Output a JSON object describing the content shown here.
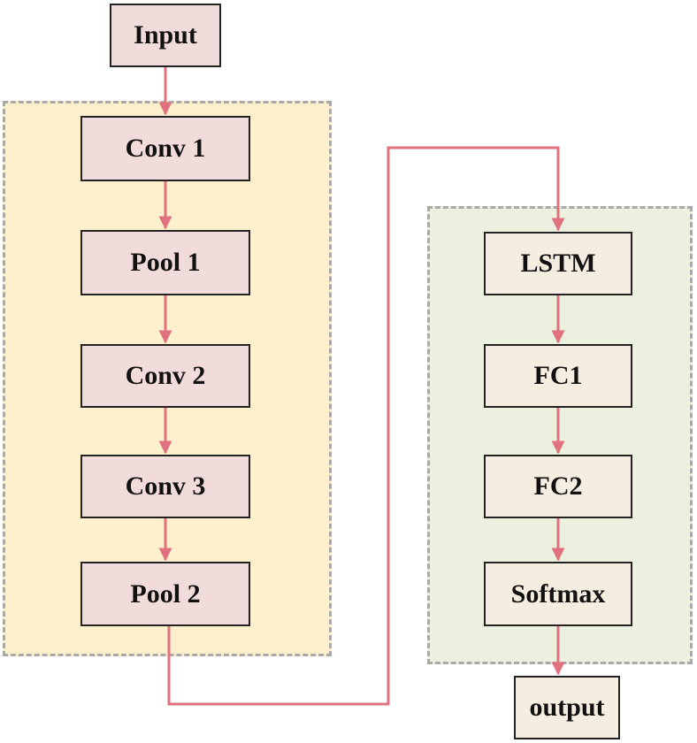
{
  "colors": {
    "cnn_group_fill": "#fff0cd",
    "rnn_group_fill": "#ebf0df",
    "group_border": "#a9a9a9",
    "node_pink": "#f2dcdb",
    "node_cream": "#f5ede0",
    "connector": "#e0717f"
  },
  "nodes": {
    "input": "Input",
    "conv1": "Conv 1",
    "pool1": "Pool 1",
    "conv2": "Conv 2",
    "conv3": "Conv 3",
    "pool2": "Pool 2",
    "lstm": "LSTM",
    "fc1": "FC1",
    "fc2": "FC2",
    "softmax": "Softmax",
    "output": "output"
  },
  "edges": [
    [
      "input",
      "conv1"
    ],
    [
      "conv1",
      "pool1"
    ],
    [
      "pool1",
      "conv2"
    ],
    [
      "conv2",
      "conv3"
    ],
    [
      "conv3",
      "pool2"
    ],
    [
      "pool2",
      "lstm"
    ],
    [
      "lstm",
      "fc1"
    ],
    [
      "fc1",
      "fc2"
    ],
    [
      "fc2",
      "softmax"
    ],
    [
      "softmax",
      "output"
    ]
  ]
}
